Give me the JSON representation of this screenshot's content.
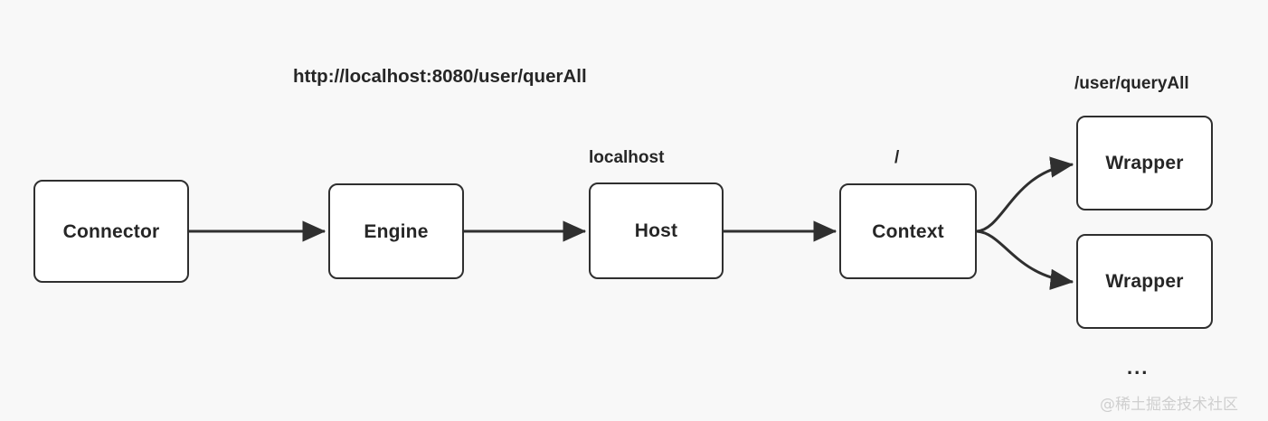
{
  "diagram": {
    "background_color": "#f8f8f8",
    "node_border_color": "#2f2f2f",
    "node_fill_color": "#ffffff",
    "text_color": "#262626",
    "nodes": [
      {
        "id": "connector",
        "label": "Connector"
      },
      {
        "id": "engine",
        "label": "Engine"
      },
      {
        "id": "host",
        "label": "Host"
      },
      {
        "id": "context",
        "label": "Context"
      },
      {
        "id": "wrapper-top",
        "label": "Wrapper"
      },
      {
        "id": "wrapper-bottom",
        "label": "Wrapper"
      }
    ],
    "labels": {
      "url": "http://localhost:8080/user/querAll",
      "host": "localhost",
      "context": "/",
      "wrapper": "/user/queryAll",
      "more": "..."
    },
    "watermark": "@稀土掘金技术社区"
  }
}
